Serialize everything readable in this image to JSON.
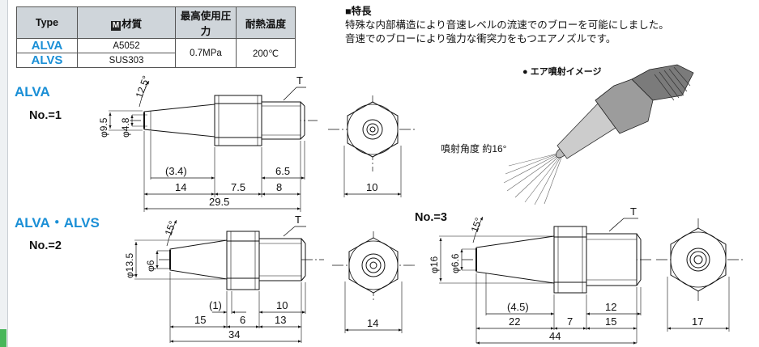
{
  "table": {
    "headers": [
      "Type",
      "M",
      "材質",
      "最高使用圧力",
      "耐熱温度"
    ],
    "rows": [
      {
        "type": "ALVA",
        "material": "A5052"
      },
      {
        "type": "ALVS",
        "material": "SUS303"
      }
    ],
    "pressure": "0.7MPa",
    "temperature": "200℃"
  },
  "features": {
    "heading": "■特長",
    "lines": [
      "特殊な内部構造により音速レベルの流速でのブローを可能にしました。",
      "音速でのブローにより強力な衝突力をもつエアノズルです。"
    ]
  },
  "air_image": {
    "title": "● エア噴射イメージ",
    "angle_text": "噴射角度 約16°"
  },
  "drawings": {
    "alva_title": "ALVA",
    "no1": "No.=1",
    "both_title": "ALVA・ALVS",
    "no2": "No.=2",
    "no3": "No.=3",
    "t": "T",
    "d1": {
      "angle": "12.5°",
      "d_outer": "φ9.5",
      "d_inner": "φ4.8",
      "p": "(3.4)",
      "a": "14",
      "b": "7.5",
      "c": "8",
      "thread": "6.5",
      "total": "29.5",
      "hex": "10"
    },
    "d2": {
      "angle": "15°",
      "d_outer": "φ13.5",
      "d_inner": "φ6",
      "p": "(1)",
      "a": "15",
      "b": "6",
      "c": "13",
      "thread": "10",
      "total": "34",
      "hex": "14"
    },
    "d3": {
      "angle": "15°",
      "d_outer": "φ16",
      "d_inner": "φ6.6",
      "p": "(4.5)",
      "a": "22",
      "b": "7",
      "c": "15",
      "thread": "12",
      "total": "44",
      "hex": "17"
    }
  }
}
